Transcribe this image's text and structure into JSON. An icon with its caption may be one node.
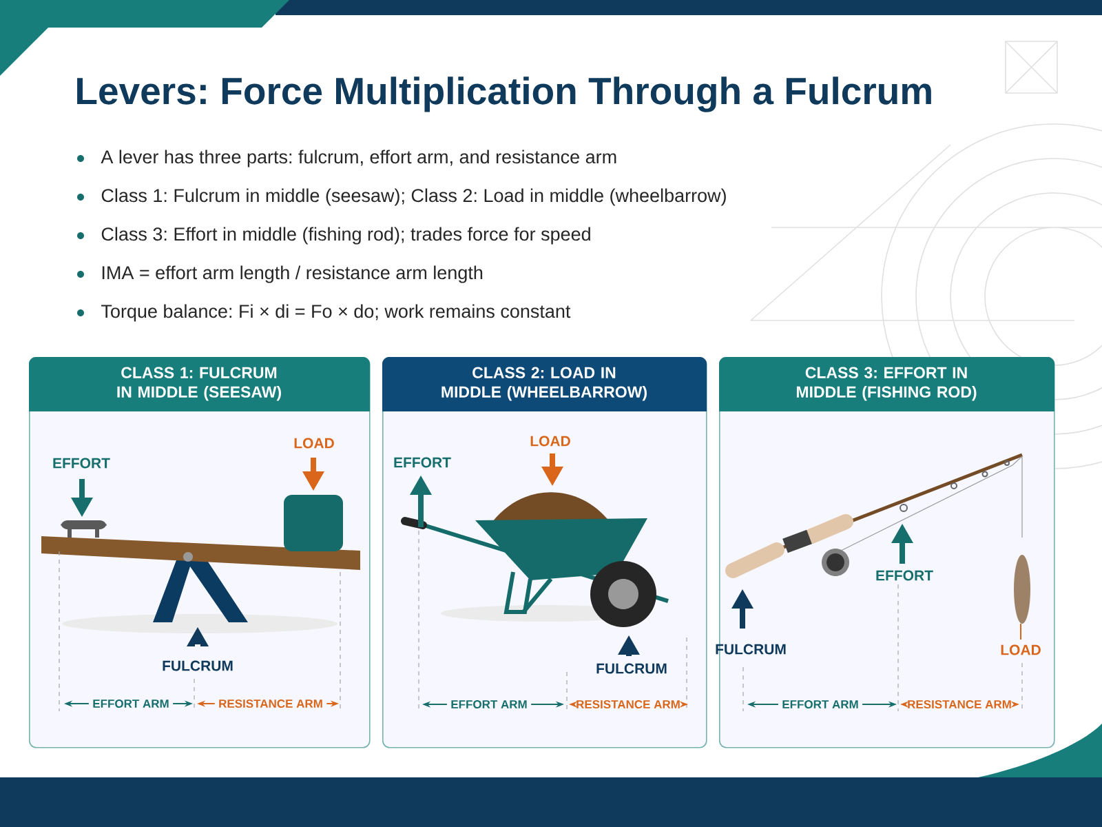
{
  "diagram": {
    "title": "Levers: Force Multiplication Through a Fulcrum",
    "nodes": [
      {
        "text": [
          "CLASS 1: FULCRUM IN MIDDLE (SEESAW)"
        ]
      },
      {
        "text": [
          "CLASS 2: LOAD IN MIDDLE (WHEELBARROW)"
        ]
      },
      {
        "text": [
          "CLASS 3: EFFORT IN MIDDLE (FISHING ROD)"
        ]
      }
    ],
    "labels": [
      "A lever has three parts: fulcrum, effort arm, and resistance arm",
      "Class 1: Fulcrum in middle (seesaw); Class 2: Load in middle (wheelbarrow)",
      "Class 3: Effort in middle (fishing rod); trades force for speed",
      "IMA = effort arm length / resistance arm length",
      "Torque balance: Fi × di = Fo × do; work remains constant",
      "LOAD",
      "EFFORT",
      "FULCRUM",
      "EFFORT ARM",
      "RESISTANCE ARM",
      "LOAD",
      "EFFORT",
      "FULCRUM",
      "EFFORT ARM",
      "RESISTANCE ARM",
      "EFFORT",
      "FULCRUM",
      "LOAD",
      "EFFORT ARM",
      "RESISTANCE ARM"
    ]
  }
}
